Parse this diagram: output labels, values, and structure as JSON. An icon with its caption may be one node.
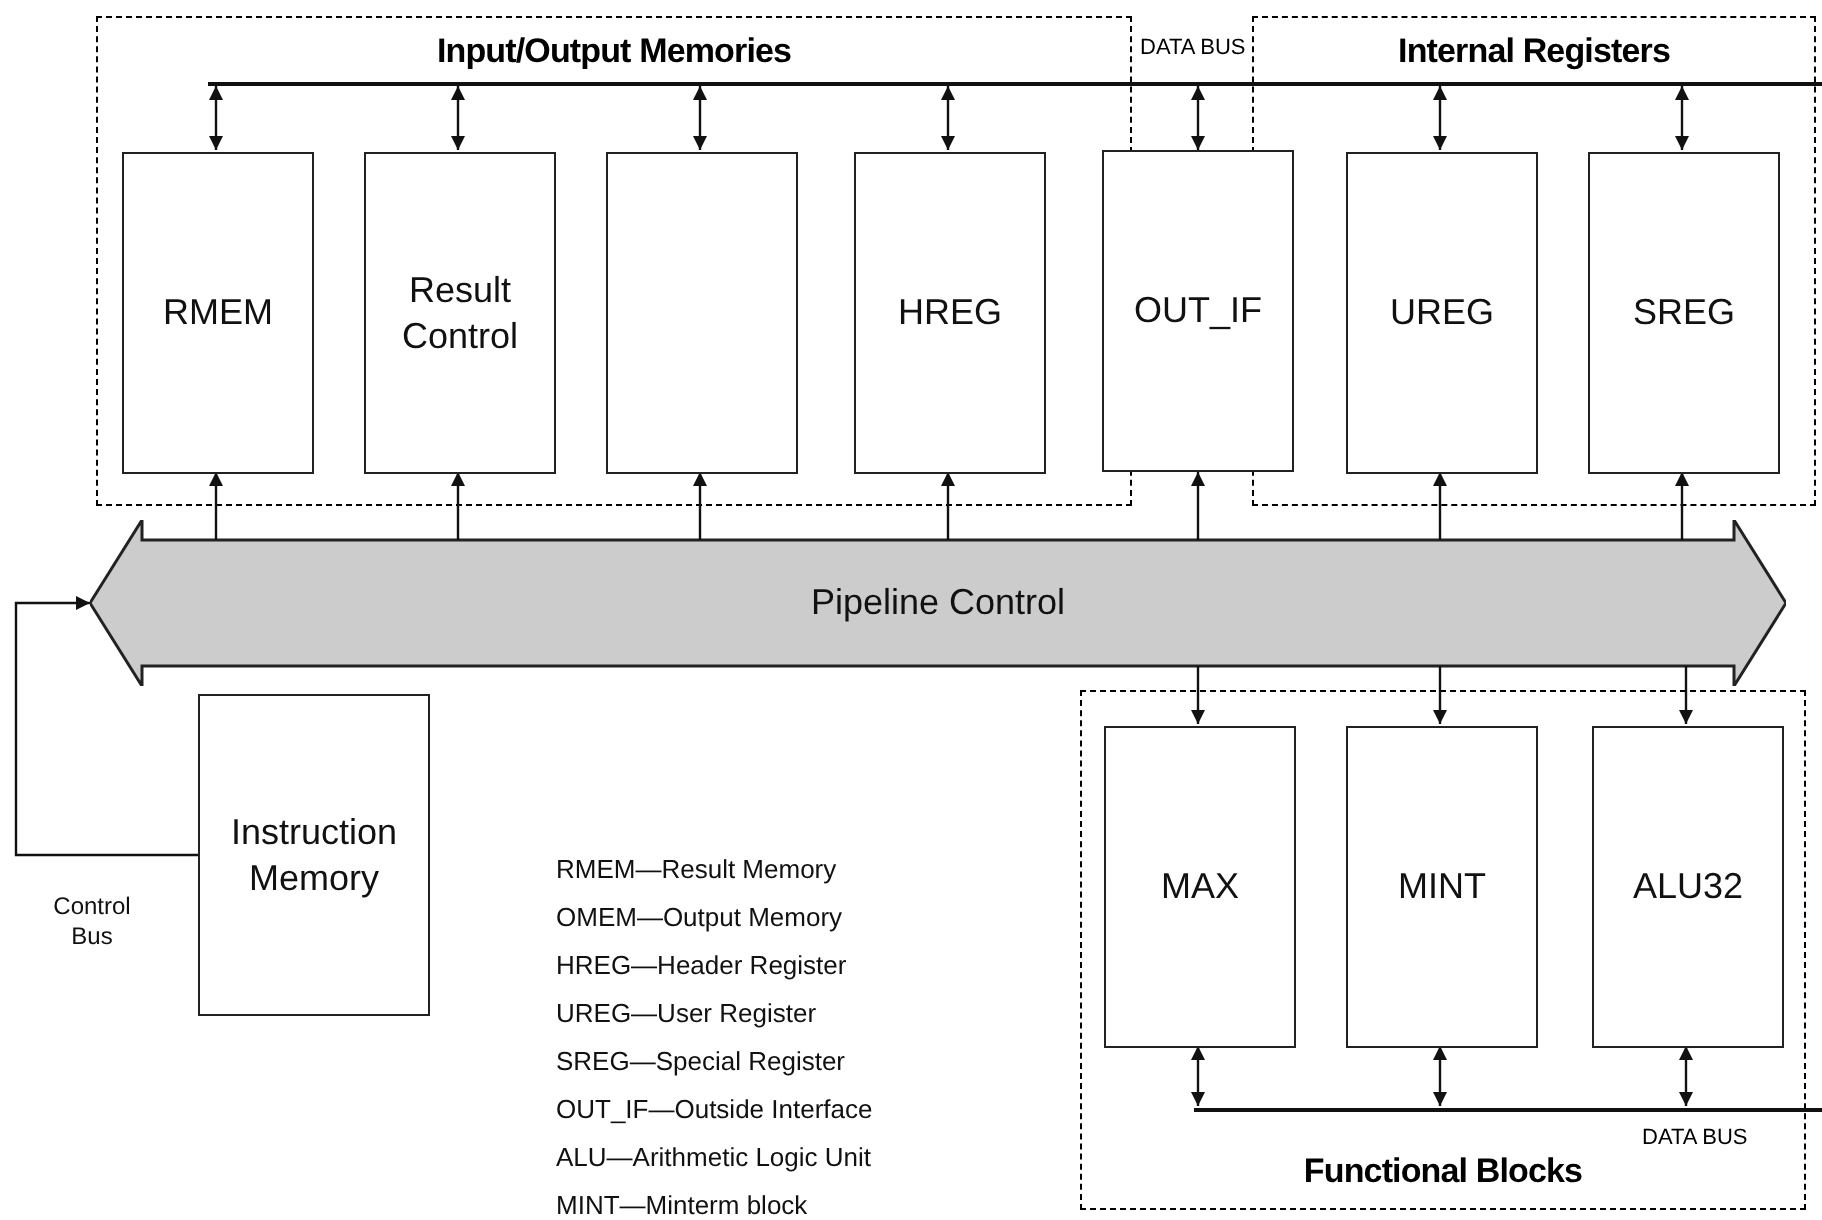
{
  "diagram": {
    "nodes": [
      {
        "text": [
          "Input/Output Memories"
        ]
      },
      {
        "text": [
          "RMEM"
        ],
        "in": 0
      },
      {
        "text": [
          "Result Control"
        ],
        "in": 0
      },
      {
        "text": [],
        "shape": "box",
        "in": 0
      },
      {
        "text": [
          "HREG"
        ],
        "in": 0
      },
      {
        "text": [
          "OUT_IF"
        ]
      },
      {
        "text": [
          "Internal Registers"
        ]
      },
      {
        "text": [
          "UREG"
        ],
        "in": 6
      },
      {
        "text": [
          "SREG"
        ],
        "in": 6
      },
      {
        "text": [
          "Pipeline Control"
        ]
      },
      {
        "text": [
          "Instruction Memory"
        ]
      },
      {
        "text": [
          "Functional Blocks"
        ]
      },
      {
        "text": [
          "MAX"
        ],
        "in": 11
      },
      {
        "text": [
          "MINT"
        ],
        "in": 11
      },
      {
        "text": [
          "ALU32"
        ],
        "in": 11
      },
      {
        "text": [],
        "shape": "bar",
        "beside": [
          "DATA BUS"
        ]
      },
      {
        "text": [],
        "shape": "bar",
        "in": 11,
        "beside": [
          "DATA BUS"
        ]
      }
    ],
    "edges": [
      {
        "from": 15,
        "to": 1,
        "arrow": "both"
      },
      {
        "from": 15,
        "to": 2,
        "arrow": "both"
      },
      {
        "from": 15,
        "to": 3,
        "arrow": "both"
      },
      {
        "from": 15,
        "to": 4,
        "arrow": "both"
      },
      {
        "from": 15,
        "to": 5,
        "arrow": "both"
      },
      {
        "from": 15,
        "to": 7,
        "arrow": "both"
      },
      {
        "from": 15,
        "to": 8,
        "arrow": "both"
      },
      {
        "from": 9,
        "to": 1,
        "arrow": "to"
      },
      {
        "from": 9,
        "to": 2,
        "arrow": "to"
      },
      {
        "from": 9,
        "to": 3,
        "arrow": "to"
      },
      {
        "from": 9,
        "to": 4,
        "arrow": "to"
      },
      {
        "from": 9,
        "to": 5,
        "arrow": "to"
      },
      {
        "from": 9,
        "to": 7,
        "arrow": "to"
      },
      {
        "from": 9,
        "to": 8,
        "arrow": "to"
      },
      {
        "from": 9,
        "to": 12,
        "arrow": "to"
      },
      {
        "from": 9,
        "to": 13,
        "arrow": "to"
      },
      {
        "from": 9,
        "to": 14,
        "arrow": "to"
      },
      {
        "from": 16,
        "to": 12,
        "arrow": "both"
      },
      {
        "from": 16,
        "to": 13,
        "arrow": "both"
      },
      {
        "from": 16,
        "to": 14,
        "arrow": "both"
      },
      {
        "from": 10,
        "to": 9,
        "arrow": "to",
        "label": "Control Bus"
      }
    ],
    "labels": [
      "RMEM—Result Memory",
      "OMEM—Output Memory",
      "HREG—Header Register",
      "UREG—User Register",
      "SREG—Special Register",
      "OUT_IF—Outside Interface",
      "ALU—Arithmetic Logic Unit",
      "MINT—Minterm block"
    ]
  }
}
